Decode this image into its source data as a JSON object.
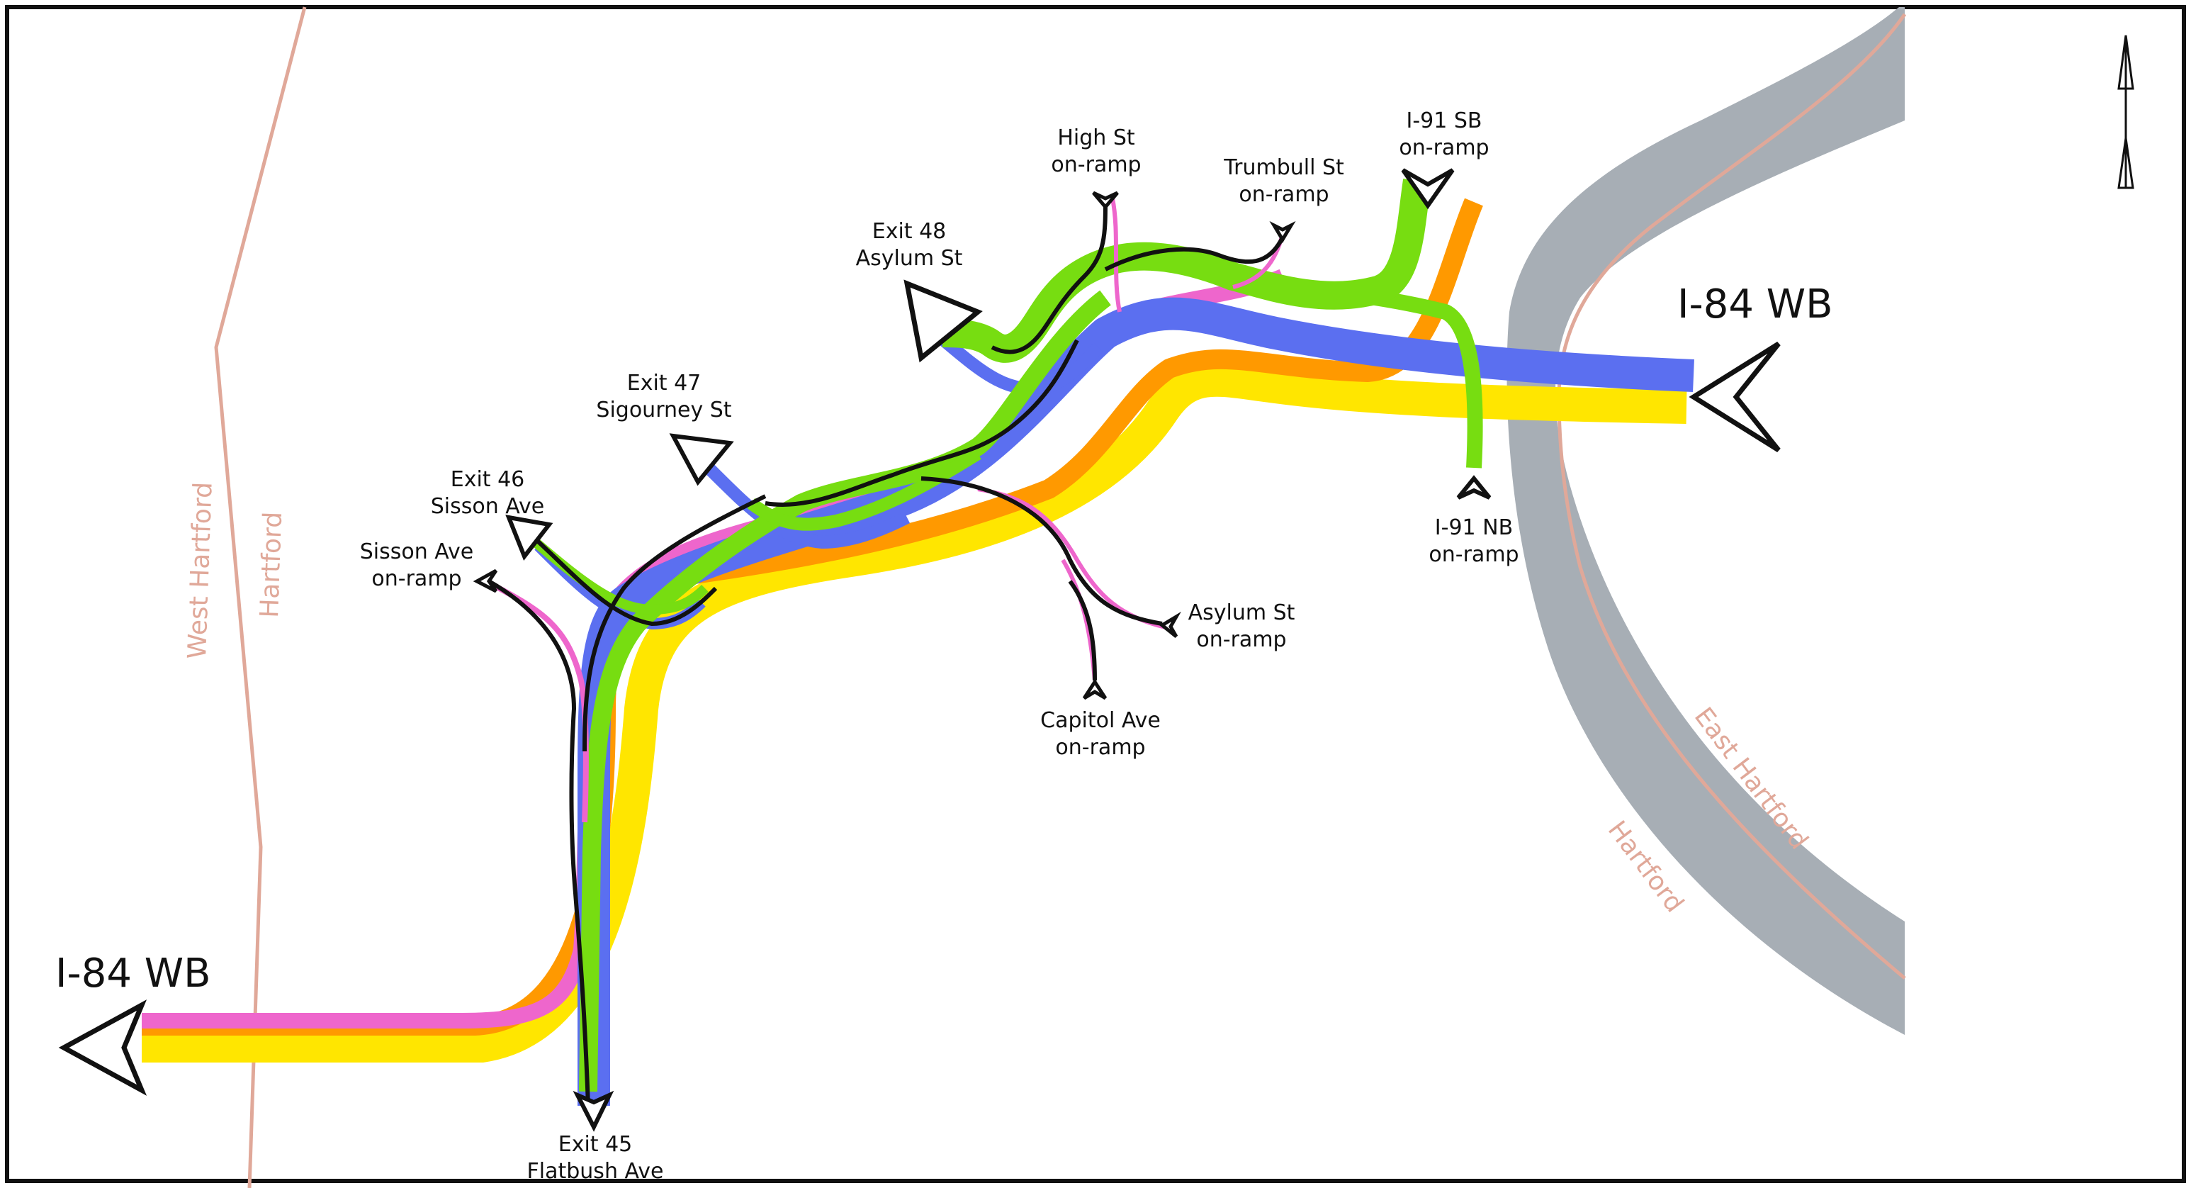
{
  "map": {
    "highway_labels": {
      "west": "I-84 WB",
      "east": "I-84 WB"
    },
    "exits": [
      {
        "line1": "Exit 45",
        "line2": "Flatbush Ave"
      },
      {
        "line1": "Exit 46",
        "line2": "Sisson Ave"
      },
      {
        "line1": "Exit 47",
        "line2": "Sigourney St"
      },
      {
        "line1": "Exit 48",
        "line2": "Asylum St"
      }
    ],
    "on_ramps": [
      {
        "line1": "Sisson Ave",
        "line2": "on-ramp"
      },
      {
        "line1": "High St",
        "line2": "on-ramp"
      },
      {
        "line1": "Trumbull St",
        "line2": "on-ramp"
      },
      {
        "line1": "I-91 SB",
        "line2": "on-ramp"
      },
      {
        "line1": "I-91 NB",
        "line2": "on-ramp"
      },
      {
        "line1": "Asylum St",
        "line2": "on-ramp"
      },
      {
        "line1": "Capitol Ave",
        "line2": "on-ramp"
      }
    ],
    "towns": [
      "West Hartford",
      "Hartford",
      "East Hartford",
      "Hartford"
    ],
    "colors": {
      "yellow": "#ffe600",
      "orange": "#ff9900",
      "pink": "#ee66cc",
      "blue": "#5b6ff0",
      "green": "#77dd11",
      "black": "#111111",
      "river": "#a7aeb5",
      "boundary": "#e0a899",
      "frame": "#111111"
    },
    "icons": [
      "north-arrow-icon"
    ]
  }
}
